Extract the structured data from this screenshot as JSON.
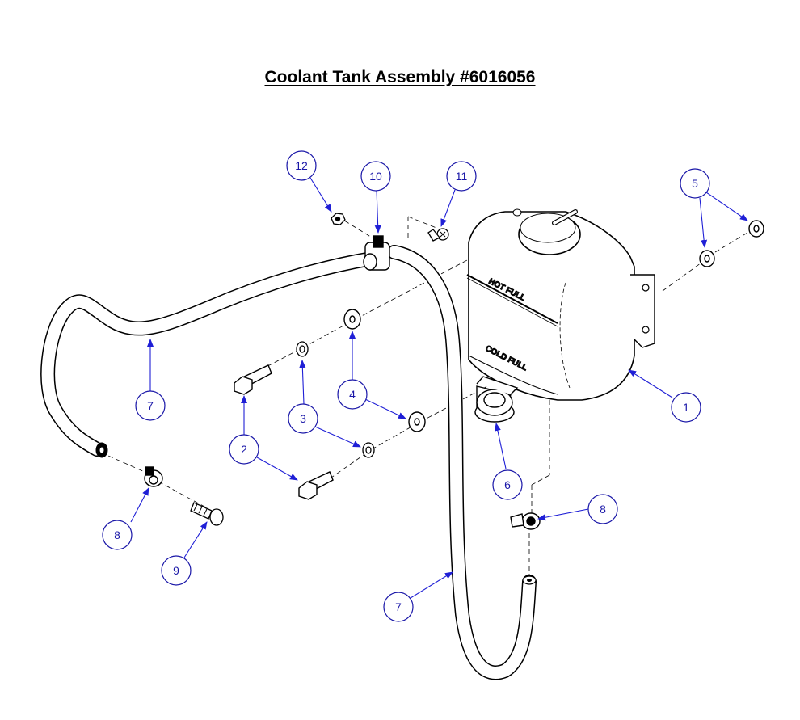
{
  "title": "Coolant Tank Assembly #6016056",
  "colors": {
    "balloon": "#1a17a8",
    "arrow": "#1f1fd6",
    "linework": "#000000"
  },
  "tank_labels": {
    "hot": "HOT FULL",
    "cold": "COLD FULL"
  },
  "callouts": [
    {
      "id": "c12",
      "label": "12"
    },
    {
      "id": "c10",
      "label": "10"
    },
    {
      "id": "c11",
      "label": "11"
    },
    {
      "id": "c5",
      "label": "5"
    },
    {
      "id": "c4",
      "label": "4"
    },
    {
      "id": "c3",
      "label": "3"
    },
    {
      "id": "c2",
      "label": "2"
    },
    {
      "id": "c7a",
      "label": "7"
    },
    {
      "id": "c1",
      "label": "1"
    },
    {
      "id": "c6",
      "label": "6"
    },
    {
      "id": "c8a",
      "label": "8"
    },
    {
      "id": "c8b",
      "label": "8"
    },
    {
      "id": "c9",
      "label": "9"
    },
    {
      "id": "c7b",
      "label": "7"
    }
  ]
}
